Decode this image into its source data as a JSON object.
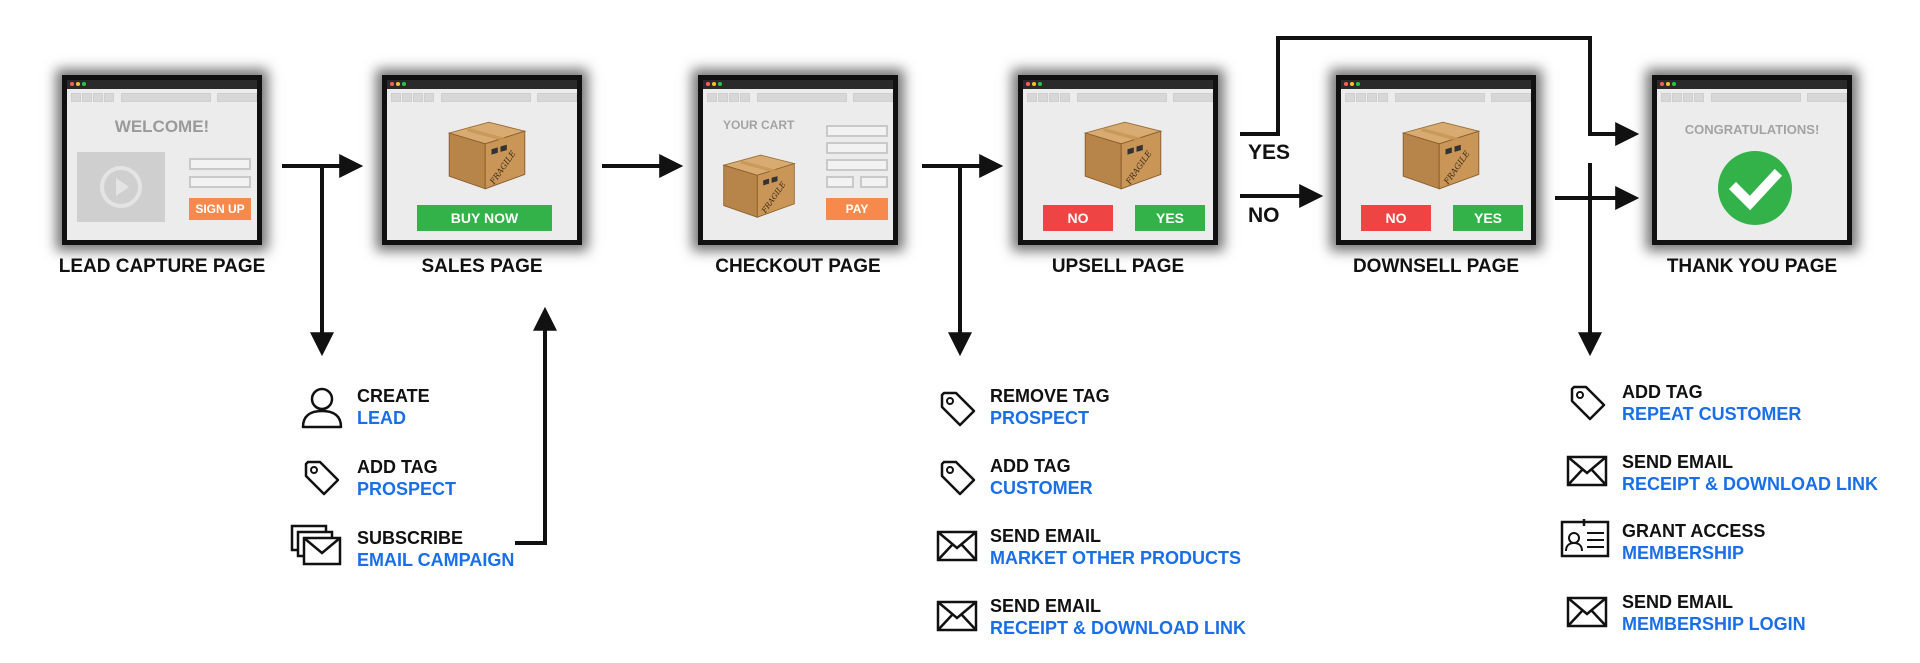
{
  "pages": {
    "lead": {
      "label": "LEAD CAPTURE PAGE",
      "heading": "WELCOME!",
      "button": "SIGN UP"
    },
    "sales": {
      "label": "SALES PAGE",
      "button": "BUY NOW"
    },
    "checkout": {
      "label": "CHECKOUT PAGE",
      "heading": "YOUR CART",
      "button": "PAY"
    },
    "upsell": {
      "label": "UPSELL PAGE",
      "no_button": "NO",
      "yes_button": "YES"
    },
    "downsell": {
      "label": "DOWNSELL PAGE",
      "no_button": "NO",
      "yes_button": "YES"
    },
    "thankyou": {
      "label": "THANK YOU PAGE",
      "heading": "CONGRATULATIONS!"
    }
  },
  "box_text": "FRAGILE",
  "flow": {
    "yes_label": "YES",
    "no_label": "NO"
  },
  "lead_actions": [
    {
      "title": "CREATE",
      "detail": "LEAD",
      "icon": "user-icon"
    },
    {
      "title": "ADD TAG",
      "detail": "PROSPECT",
      "icon": "tag-icon"
    },
    {
      "title": "SUBSCRIBE",
      "detail": "EMAIL CAMPAIGN",
      "icon": "stacked-mail-icon"
    }
  ],
  "checkout_actions": [
    {
      "title": "REMOVE TAG",
      "detail": "PROSPECT",
      "icon": "tag-icon"
    },
    {
      "title": "ADD TAG",
      "detail": "CUSTOMER",
      "icon": "tag-icon"
    },
    {
      "title": "SEND EMAIL",
      "detail": "MARKET OTHER PRODUCTS",
      "icon": "mail-icon"
    },
    {
      "title": "SEND EMAIL",
      "detail": "RECEIPT & DOWNLOAD LINK",
      "icon": "mail-icon"
    }
  ],
  "thankyou_actions": [
    {
      "title": "ADD TAG",
      "detail": "REPEAT CUSTOMER",
      "icon": "tag-icon"
    },
    {
      "title": "SEND EMAIL",
      "detail": "RECEIPT & DOWNLOAD LINK",
      "icon": "mail-icon"
    },
    {
      "title": "GRANT ACCESS",
      "detail": "MEMBERSHIP",
      "icon": "id-card-icon"
    },
    {
      "title": "SEND EMAIL",
      "detail": "MEMBERSHIP LOGIN",
      "icon": "mail-icon"
    }
  ],
  "colors": {
    "accent_blue": "#1a6fe8",
    "green": "#33b249",
    "red": "#ef4444",
    "orange": "#f7894d"
  }
}
